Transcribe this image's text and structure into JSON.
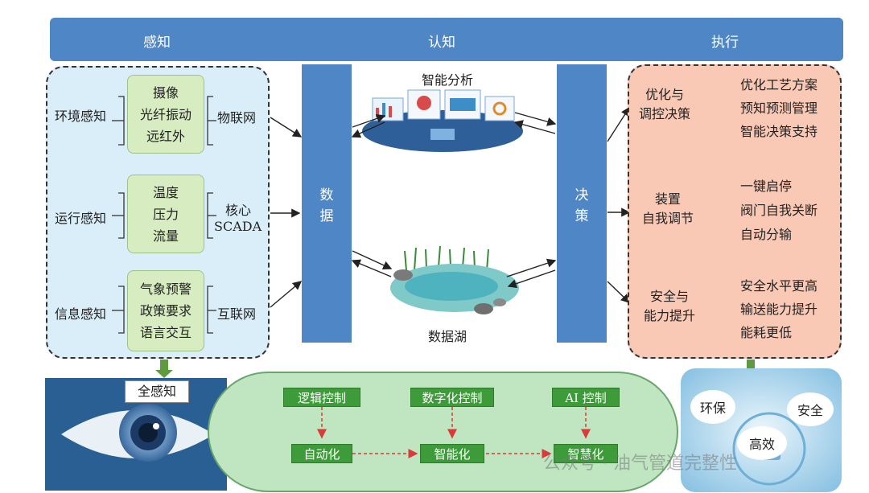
{
  "header": {
    "perception": "感知",
    "cognition": "认知",
    "execution": "执行"
  },
  "sensing": {
    "rows": [
      {
        "label": "环境感知",
        "items": [
          "摄像",
          "光纤振动",
          "远红外"
        ],
        "source": "物联网"
      },
      {
        "label": "运行感知",
        "items": [
          "温度",
          "压力",
          "流量"
        ],
        "source_line1": "核心",
        "source_line2": "SCADA"
      },
      {
        "label": "信息感知",
        "items": [
          "气象预警",
          "政策要求",
          "语言交互"
        ],
        "source": "互联网"
      }
    ],
    "full_perception": "全感知"
  },
  "data_bar": {
    "c1": "数",
    "c2": "据"
  },
  "decision_bar": {
    "c1": "决",
    "c2": "策"
  },
  "middle": {
    "analysis_label": "智能分析",
    "lake_label": "数据湖"
  },
  "execution": {
    "groups": [
      {
        "line1": "优化与",
        "line2": "调控决策",
        "items": [
          "优化工艺方案",
          "预知预测管理",
          "智能决策支持"
        ]
      },
      {
        "line1": "装置",
        "line2": "自我调节",
        "items": [
          "一键启停",
          "阀门自我关断",
          "自动分输"
        ]
      },
      {
        "line1": "安全与",
        "line2": "能力提升",
        "items": [
          "安全水平更高",
          "输送能力提升",
          "能耗更低"
        ]
      }
    ]
  },
  "control": {
    "top": [
      "逻辑控制",
      "数字化控制",
      "AI 控制"
    ],
    "bottom": [
      "自动化",
      "智能化",
      "智慧化"
    ]
  },
  "bubbles": {
    "env": "环保",
    "safety": "安全",
    "efficiency": "高效"
  },
  "watermark": "公众号 · 油气管道完整性",
  "colors": {
    "band": "#4f86c6",
    "sense_bg": "#daeef9",
    "exec_bg": "#f9c9b6",
    "ctrl_bg": "#bfe6c1",
    "ctrl_box": "#3e9b3a",
    "item_box": "#d7ecc0"
  }
}
